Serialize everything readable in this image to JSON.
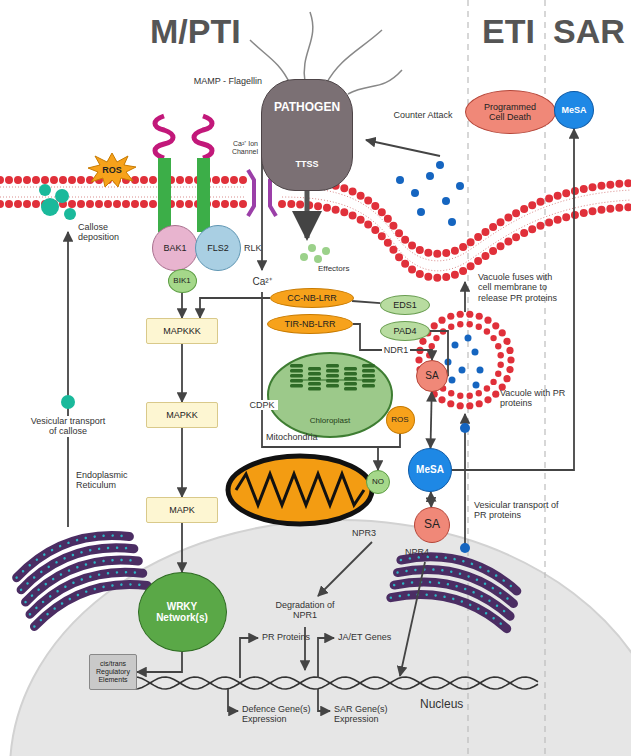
{
  "diagram": {
    "nodes": [
      {
        "text": [
          "PATHOGEN",
          "TTSS"
        ]
      },
      {
        "text": [
          "ROS"
        ]
      },
      {
        "text": [
          "Programmed Cell Death"
        ]
      },
      {
        "text": [
          "MeSA"
        ]
      },
      {
        "text": [
          "BAK1"
        ]
      },
      {
        "text": [
          "FLS2"
        ]
      },
      {
        "text": [
          "BIK1"
        ]
      },
      {
        "text": [
          "CC-NB-LRR"
        ]
      },
      {
        "text": [
          "TIR-NB-LRR"
        ]
      },
      {
        "text": [
          "EDS1"
        ]
      },
      {
        "text": [
          "PAD4"
        ]
      },
      {
        "text": [
          "MAPKKK"
        ]
      },
      {
        "text": [
          "SA"
        ]
      },
      {
        "text": [
          "ROS"
        ]
      },
      {
        "text": [
          "MAPKK"
        ]
      },
      {
        "text": [
          "MeSA"
        ]
      },
      {
        "text": [
          "NO"
        ]
      },
      {
        "text": [
          "SA"
        ]
      },
      {
        "text": [
          "MAPK"
        ]
      },
      {
        "text": [
          "WRKY Network(s)"
        ]
      },
      {
        "text": [
          "cis/trans Regulatory Elements"
        ]
      }
    ],
    "edges": [
      {
        "from": 6,
        "to": 11,
        "arrow": "to"
      },
      {
        "from": 7,
        "to": 11,
        "arrow": "to"
      },
      {
        "from": 11,
        "to": 14,
        "arrow": "to"
      },
      {
        "from": 14,
        "to": 18,
        "arrow": "to"
      },
      {
        "from": 18,
        "to": 19,
        "arrow": "to"
      },
      {
        "from": 19,
        "to": 20,
        "arrow": "to"
      },
      {
        "from": 7,
        "to": 9,
        "arrow": "none"
      },
      {
        "from": 8,
        "to": 12,
        "arrow": "to",
        "label": "NDR1"
      },
      {
        "from": 10,
        "to": 12,
        "arrow": "to"
      },
      {
        "from": 12,
        "to": 15,
        "arrow": "both"
      },
      {
        "from": 15,
        "to": 17,
        "arrow": "both"
      },
      {
        "from": 15,
        "to": 3,
        "arrow": "to"
      },
      {
        "from": 13,
        "to": 16,
        "arrow": "to"
      }
    ],
    "labels": [
      "M/PTI",
      "ETI",
      "SAR",
      "MAMP - Flagellin",
      "Counter Attack",
      "Ca²⁺ Ion Channel",
      "Callose deposition",
      "RLK",
      "Ca²⁺",
      "Effectors",
      "Vacuole fuses with cell membrane to release PR proteins",
      "CDPK",
      "Chloroplast",
      "Vacuole with PR proteins",
      "Vesicular transport of callose",
      "Mitochondria",
      "Endoplasmic Reticulum",
      "NPR3",
      "NPR4",
      "Vesicular transport of PR proteins",
      "Degradation of NPR1",
      "PR Proteins",
      "JA/ET Genes",
      "Defence Gene(s) Expression",
      "SAR Gene(s) Expression",
      "Nucleus"
    ]
  }
}
